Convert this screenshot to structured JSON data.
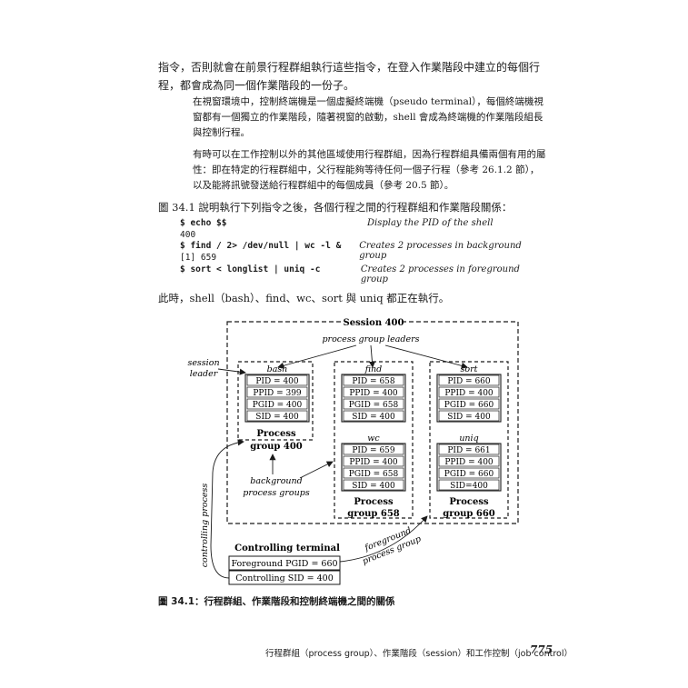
{
  "paragraph1": "指令，否則就會在前景行程群組執行這些指令，在登入作業階段中建立的每個行程，都會成為同一個作業階段的一份子。",
  "note1": "在視窗環境中，控制終端機是一個虛擬終端機（pseudo terminal），每個終端機視窗都有一個獨立的作業階段，隨著視窗的啟動，shell 會成為終端機的作業階段組長與控制行程。",
  "note2": "有時可以在工作控制以外的其他區域使用行程群組，因為行程群組具備兩個有用的屬性：即在特定的行程群組中，父行程能夠等待任何一個子行程（參考 26.1.2 節），以及能將訊號發送給行程群組中的每個成員（參考 20.5 節）。",
  "paragraph2": "圖 34.1 說明執行下列指令之後，各個行程之間的行程群組和作業階段關係：",
  "code": [
    {
      "cmd": "$ echo $$",
      "comment": "Display the PID of the shell"
    },
    {
      "cmd": "400",
      "comment": ""
    },
    {
      "cmd": "$ find / 2> /dev/null | wc -l &",
      "comment": "Creates 2 processes in background group"
    },
    {
      "cmd": "[1] 659",
      "comment": ""
    },
    {
      "cmd": "$ sort < longlist | uniq -c",
      "comment": "Creates 2 processes in foreground group"
    }
  ],
  "paragraph3": "此時，shell（bash）、find、wc、sort 與 uniq 都正在執行。",
  "diagram": {
    "session_label": "Session 400",
    "pg_leaders_label": "process group leaders",
    "session_leader_label": [
      "session",
      "leader"
    ],
    "bg_groups_label": [
      "background",
      "process groups"
    ],
    "controlling_process_label": "controlling process",
    "fg_group_label": [
      "foreground",
      "process group"
    ],
    "processes": [
      {
        "name": "bash",
        "fields": [
          "PID = 400",
          "PPID = 399",
          "PGID = 400",
          "SID = 400"
        ]
      },
      {
        "name": "find",
        "fields": [
          "PID = 658",
          "PPID = 400",
          "PGID = 658",
          "SID = 400"
        ]
      },
      {
        "name": "sort",
        "fields": [
          "PID = 660",
          "PPID = 400",
          "PGID = 660",
          "SID = 400"
        ]
      },
      {
        "name": "wc",
        "fields": [
          "PID = 659",
          "PPID = 400",
          "PGID = 658",
          "SID = 400"
        ]
      },
      {
        "name": "uniq",
        "fields": [
          "PID = 661",
          "PPID = 400",
          "PGID = 660",
          "SID=400"
        ]
      }
    ],
    "groups": [
      {
        "label": [
          "Process",
          "group 400"
        ]
      },
      {
        "label": [
          "Process",
          "group 658"
        ]
      },
      {
        "label": [
          "Process",
          "group 660"
        ]
      }
    ],
    "terminal": {
      "title": "Controlling terminal",
      "fg_pgid": "Foreground PGID = 660",
      "ctl_sid": "Controlling SID = 400"
    }
  },
  "caption": "圖 34.1：行程群組、作業階段和控制終端機之間的關係",
  "footer": "行程群組（process group）、作業階段（session）和工作控制（job control）",
  "page_number": "775"
}
